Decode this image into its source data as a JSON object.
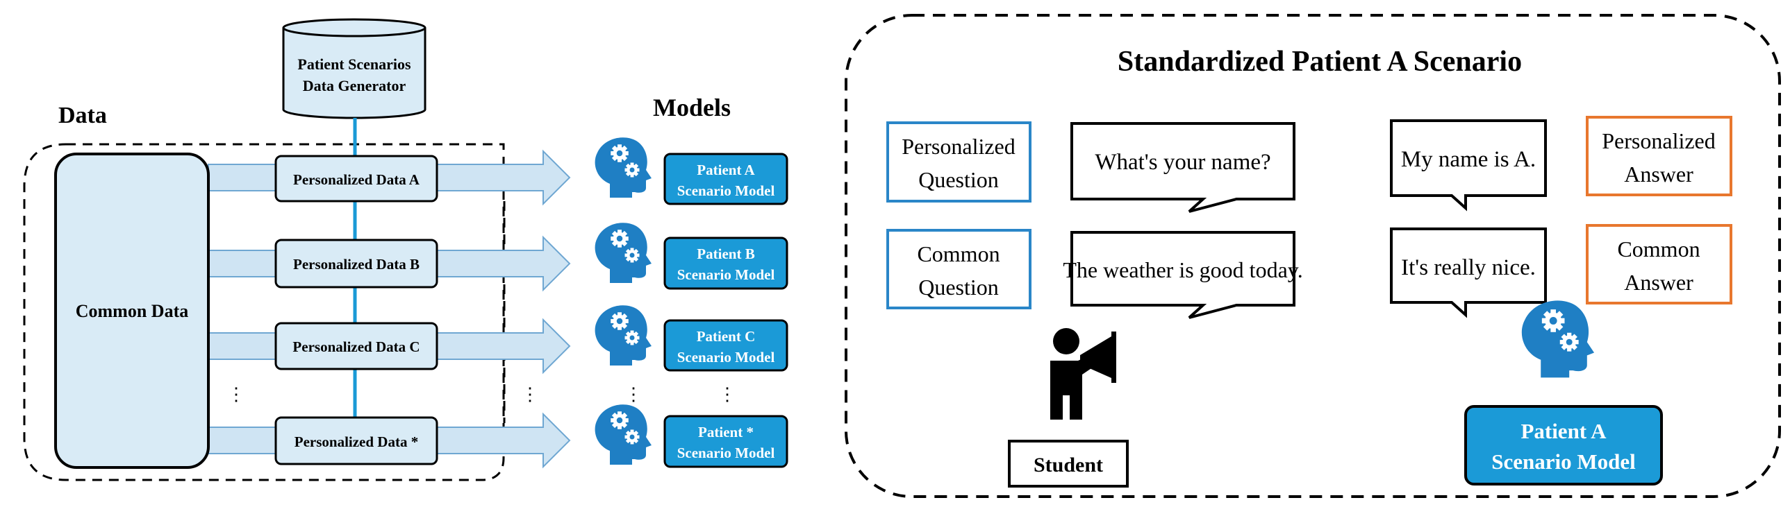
{
  "colors": {
    "data_fill": "#d9ebf6",
    "arrow_fill": "#cfe4f3",
    "arrow_stroke": "#6fa7d2",
    "line_blue": "#1a9ad6",
    "model_blue": "#1b9ad7",
    "head_blue": "#1f7fc4",
    "question_border": "#2a86c8",
    "answer_border": "#e8772e"
  },
  "left": {
    "data_title": "Data",
    "models_title": "Models",
    "generator": {
      "line1": "Patient Scenarios",
      "line2": "Data Generator"
    },
    "common_data": "Common Data",
    "personalized": [
      "Personalized Data A",
      "Personalized Data B",
      "Personalized Data C",
      "Personalized Data  *"
    ],
    "ellipsis": "⋮",
    "models": [
      {
        "line1": "Patient A",
        "line2": "Scenario Model"
      },
      {
        "line1": "Patient B",
        "line2": "Scenario Model"
      },
      {
        "line1": "Patient C",
        "line2": "Scenario Model"
      },
      {
        "line1": "Patient *",
        "line2": "Scenario Model"
      }
    ]
  },
  "right": {
    "title": "Standardized Patient A Scenario",
    "personalized_question": {
      "line1": "Personalized",
      "line2": "Question"
    },
    "common_question": {
      "line1": "Common",
      "line2": "Question"
    },
    "personalized_answer": {
      "line1": "Personalized",
      "line2": "Answer"
    },
    "common_answer": {
      "line1": "Common",
      "line2": "Answer"
    },
    "q1": "What's your name?",
    "q2": "The weather is good today.",
    "a1": "My name is A.",
    "a2": "It's really nice.",
    "student": "Student",
    "model": {
      "line1": "Patient A",
      "line2": "Scenario Model"
    }
  }
}
